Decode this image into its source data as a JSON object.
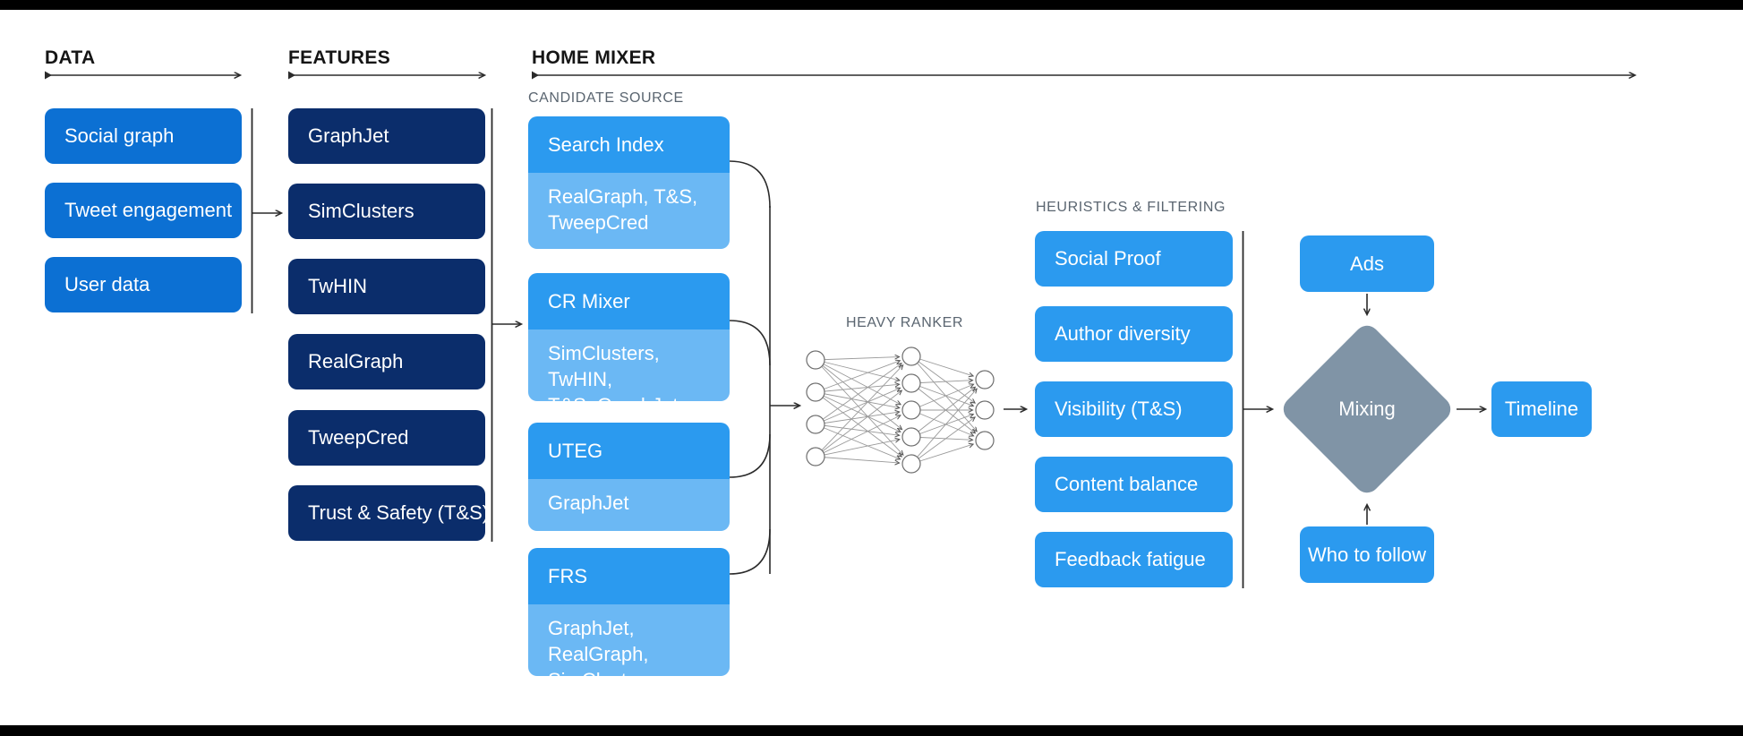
{
  "colors": {
    "data_box": "#0C70D3",
    "features_box": "#0B2D6B",
    "primary_box": "#2B9AEF",
    "sub_box": "#6BB8F4",
    "diamond": "#8094A6",
    "line": "#2b2b2b",
    "section_title": "#151515",
    "sub_label": "#5a6570"
  },
  "sections": {
    "data": {
      "title": "DATA",
      "items": [
        "Social graph",
        "Tweet engagement",
        "User data"
      ]
    },
    "features": {
      "title": "FEATURES",
      "items": [
        "GraphJet",
        "SimClusters",
        "TwHIN",
        "RealGraph",
        "TweepCred",
        "Trust & Safety (T&S)"
      ]
    },
    "home_mixer": {
      "title": "HOME MIXER",
      "candidate_source": {
        "label": "CANDIDATE SOURCE",
        "sources": [
          {
            "name": "Search Index",
            "input_lines": [
              "RealGraph, T&S,",
              "TweepCred"
            ]
          },
          {
            "name": "CR Mixer",
            "input_lines": [
              "SimClusters, TwHIN,",
              "T&S, GraphJet"
            ]
          },
          {
            "name": "UTEG",
            "input_lines": [
              "GraphJet"
            ]
          },
          {
            "name": "FRS",
            "input_lines": [
              "GraphJet, RealGraph,",
              "SimClusters"
            ]
          }
        ]
      },
      "heavy_ranker": {
        "label": "HEAVY RANKER",
        "layers": [
          4,
          5,
          3
        ]
      },
      "heuristics": {
        "label": "HEURISTICS & FILTERING",
        "items": [
          "Social Proof",
          "Author diversity",
          "Visibility (T&S)",
          "Content balance",
          "Feedback fatigue"
        ]
      },
      "mixing": {
        "label": "Mixing",
        "ads_label": "Ads",
        "who_to_follow_label": "Who to follow",
        "output_label": "Timeline"
      }
    }
  }
}
